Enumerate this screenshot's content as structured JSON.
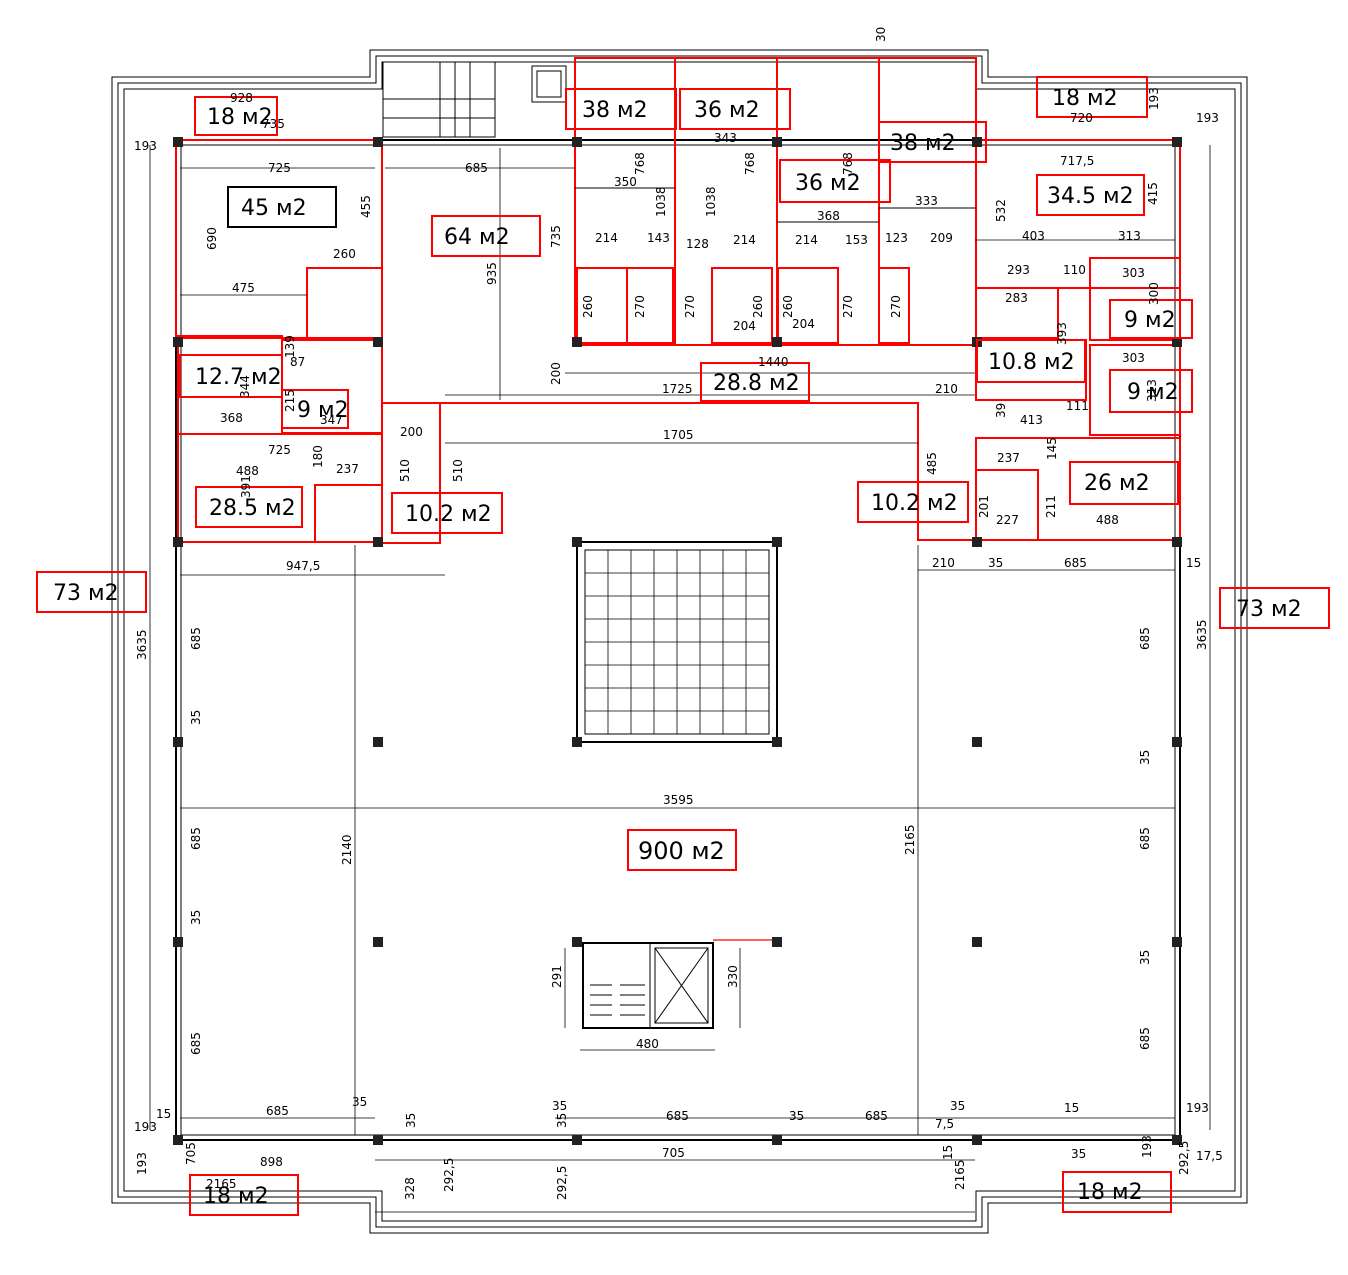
{
  "areas": [
    {
      "id": "a-45",
      "label": "45 м2"
    },
    {
      "id": "a-64",
      "label": "64 м2"
    },
    {
      "id": "a-38a",
      "label": "38 м2"
    },
    {
      "id": "a-36a",
      "label": "36 м2"
    },
    {
      "id": "a-38b",
      "label": "38 м2"
    },
    {
      "id": "a-36b",
      "label": "36 м2"
    },
    {
      "id": "a-345",
      "label": "34.5 м2"
    },
    {
      "id": "a-18tl",
      "label": "18 м2"
    },
    {
      "id": "a-18tr",
      "label": "18 м2"
    },
    {
      "id": "a-127",
      "label": "12.7 м2"
    },
    {
      "id": "a-9a",
      "label": "9 м2"
    },
    {
      "id": "a-285",
      "label": "28.5 м2"
    },
    {
      "id": "a-102a",
      "label": "10.2 м2"
    },
    {
      "id": "a-288",
      "label": "28.8 м2"
    },
    {
      "id": "a-108",
      "label": "10.8 м2"
    },
    {
      "id": "a-9b",
      "label": "9 м2"
    },
    {
      "id": "a-9c",
      "label": "9 м2"
    },
    {
      "id": "a-102b",
      "label": "10.2 м2"
    },
    {
      "id": "a-26",
      "label": "26 м2"
    },
    {
      "id": "a-73l",
      "label": "73 м2"
    },
    {
      "id": "a-73r",
      "label": "73 м2"
    },
    {
      "id": "a-900",
      "label": "900 м2"
    },
    {
      "id": "a-18bl",
      "label": "18 м2"
    },
    {
      "id": "a-18br",
      "label": "18 м2"
    }
  ],
  "dimensions": [
    "30",
    "928",
    "735",
    "193",
    "725",
    "685",
    "720",
    "193",
    "193",
    "343",
    "768",
    "768",
    "350",
    "1038",
    "1038",
    "768",
    "717,5",
    "455",
    "690",
    "735",
    "935",
    "368",
    "333",
    "532",
    "415",
    "214",
    "143",
    "128",
    "214",
    "214",
    "153",
    "123",
    "209",
    "403",
    "313",
    "260",
    "475",
    "293",
    "110",
    "303",
    "283",
    "300",
    "260",
    "270",
    "270",
    "260",
    "204",
    "260",
    "204",
    "270",
    "270",
    "393",
    "303",
    "139",
    "87",
    "344",
    "1440",
    "200",
    "368",
    "215",
    "347",
    "1725",
    "210",
    "313",
    "39",
    "111",
    "413",
    "200",
    "725",
    "510",
    "510",
    "1705",
    "237",
    "145",
    "485",
    "488",
    "180",
    "391",
    "237",
    "201",
    "211",
    "227",
    "488",
    "947,5",
    "210",
    "35",
    "685",
    "15",
    "3635",
    "3635",
    "685",
    "685",
    "35",
    "35",
    "3595",
    "2140",
    "2165",
    "685",
    "685",
    "35",
    "35",
    "291",
    "330",
    "480",
    "685",
    "685",
    "15",
    "685",
    "35",
    "35",
    "35",
    "35",
    "685",
    "35",
    "685",
    "35",
    "15",
    "193",
    "193",
    "17,5",
    "7,5",
    "705",
    "898",
    "2165",
    "705",
    "35",
    "15",
    "193",
    "193",
    "292,5",
    "328",
    "292,5",
    "292,5",
    "2165"
  ]
}
